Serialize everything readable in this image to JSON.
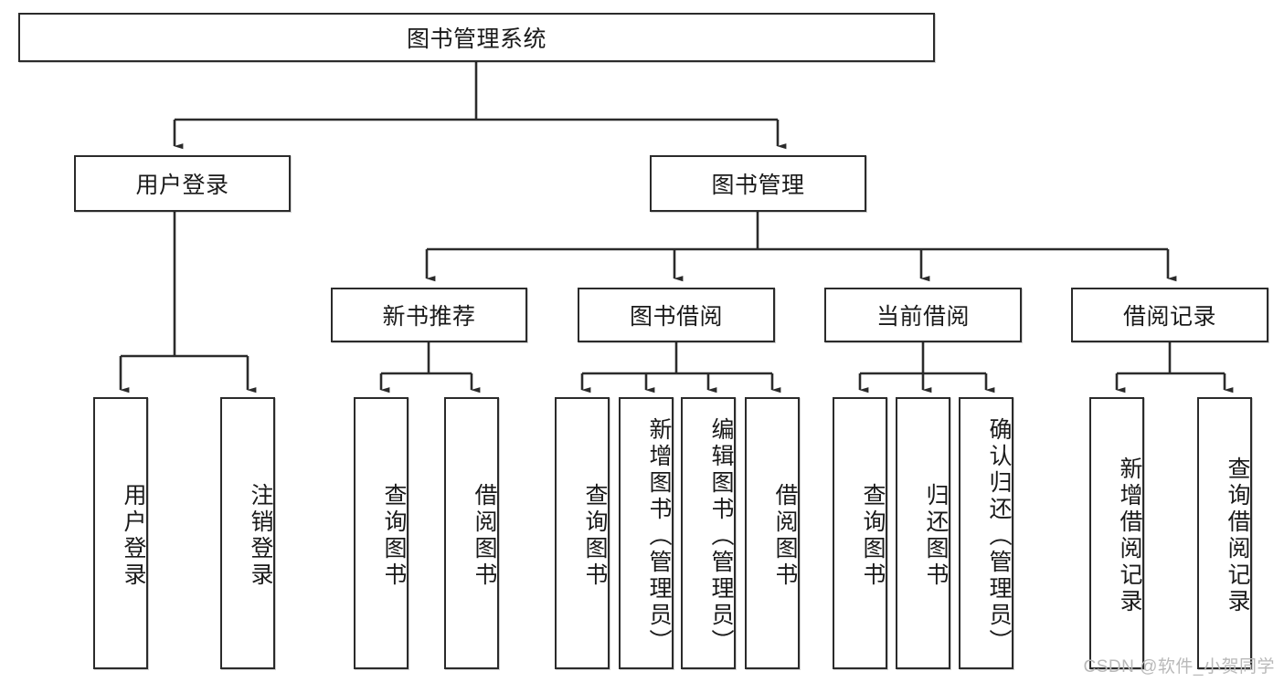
{
  "diagram": {
    "title": "图书管理系统",
    "type": "tree-hierarchy-diagram",
    "colors": {
      "stroke": "#2b2b2b",
      "fill": "#ffffff",
      "text": "#1a1a1a",
      "watermark": "#b9b9b9"
    },
    "root": {
      "label": "图书管理系统"
    },
    "level2": [
      {
        "label": "用户登录"
      },
      {
        "label": "图书管理"
      }
    ],
    "level3": [
      {
        "label": "新书推荐"
      },
      {
        "label": "图书借阅"
      },
      {
        "label": "当前借阅"
      },
      {
        "label": "借阅记录"
      }
    ],
    "leaves": {
      "user_login": [
        {
          "label": "用户登录"
        },
        {
          "label": "注销登录"
        }
      ],
      "new_book_recommend": [
        {
          "label": "查询图书"
        },
        {
          "label": "借阅图书"
        }
      ],
      "book_borrow": [
        {
          "label": "查询图书"
        },
        {
          "label": "新增图书（管理员）"
        },
        {
          "label": "编辑图书（管理员）"
        },
        {
          "label": "借阅图书"
        }
      ],
      "current_borrow": [
        {
          "label": "查询图书"
        },
        {
          "label": "归还图书"
        },
        {
          "label": "确认归还（管理员）"
        }
      ],
      "borrow_record": [
        {
          "label": "新增借阅记录"
        },
        {
          "label": "查询借阅记录"
        }
      ]
    },
    "watermark": "CSDN @软件_小贺同学"
  }
}
